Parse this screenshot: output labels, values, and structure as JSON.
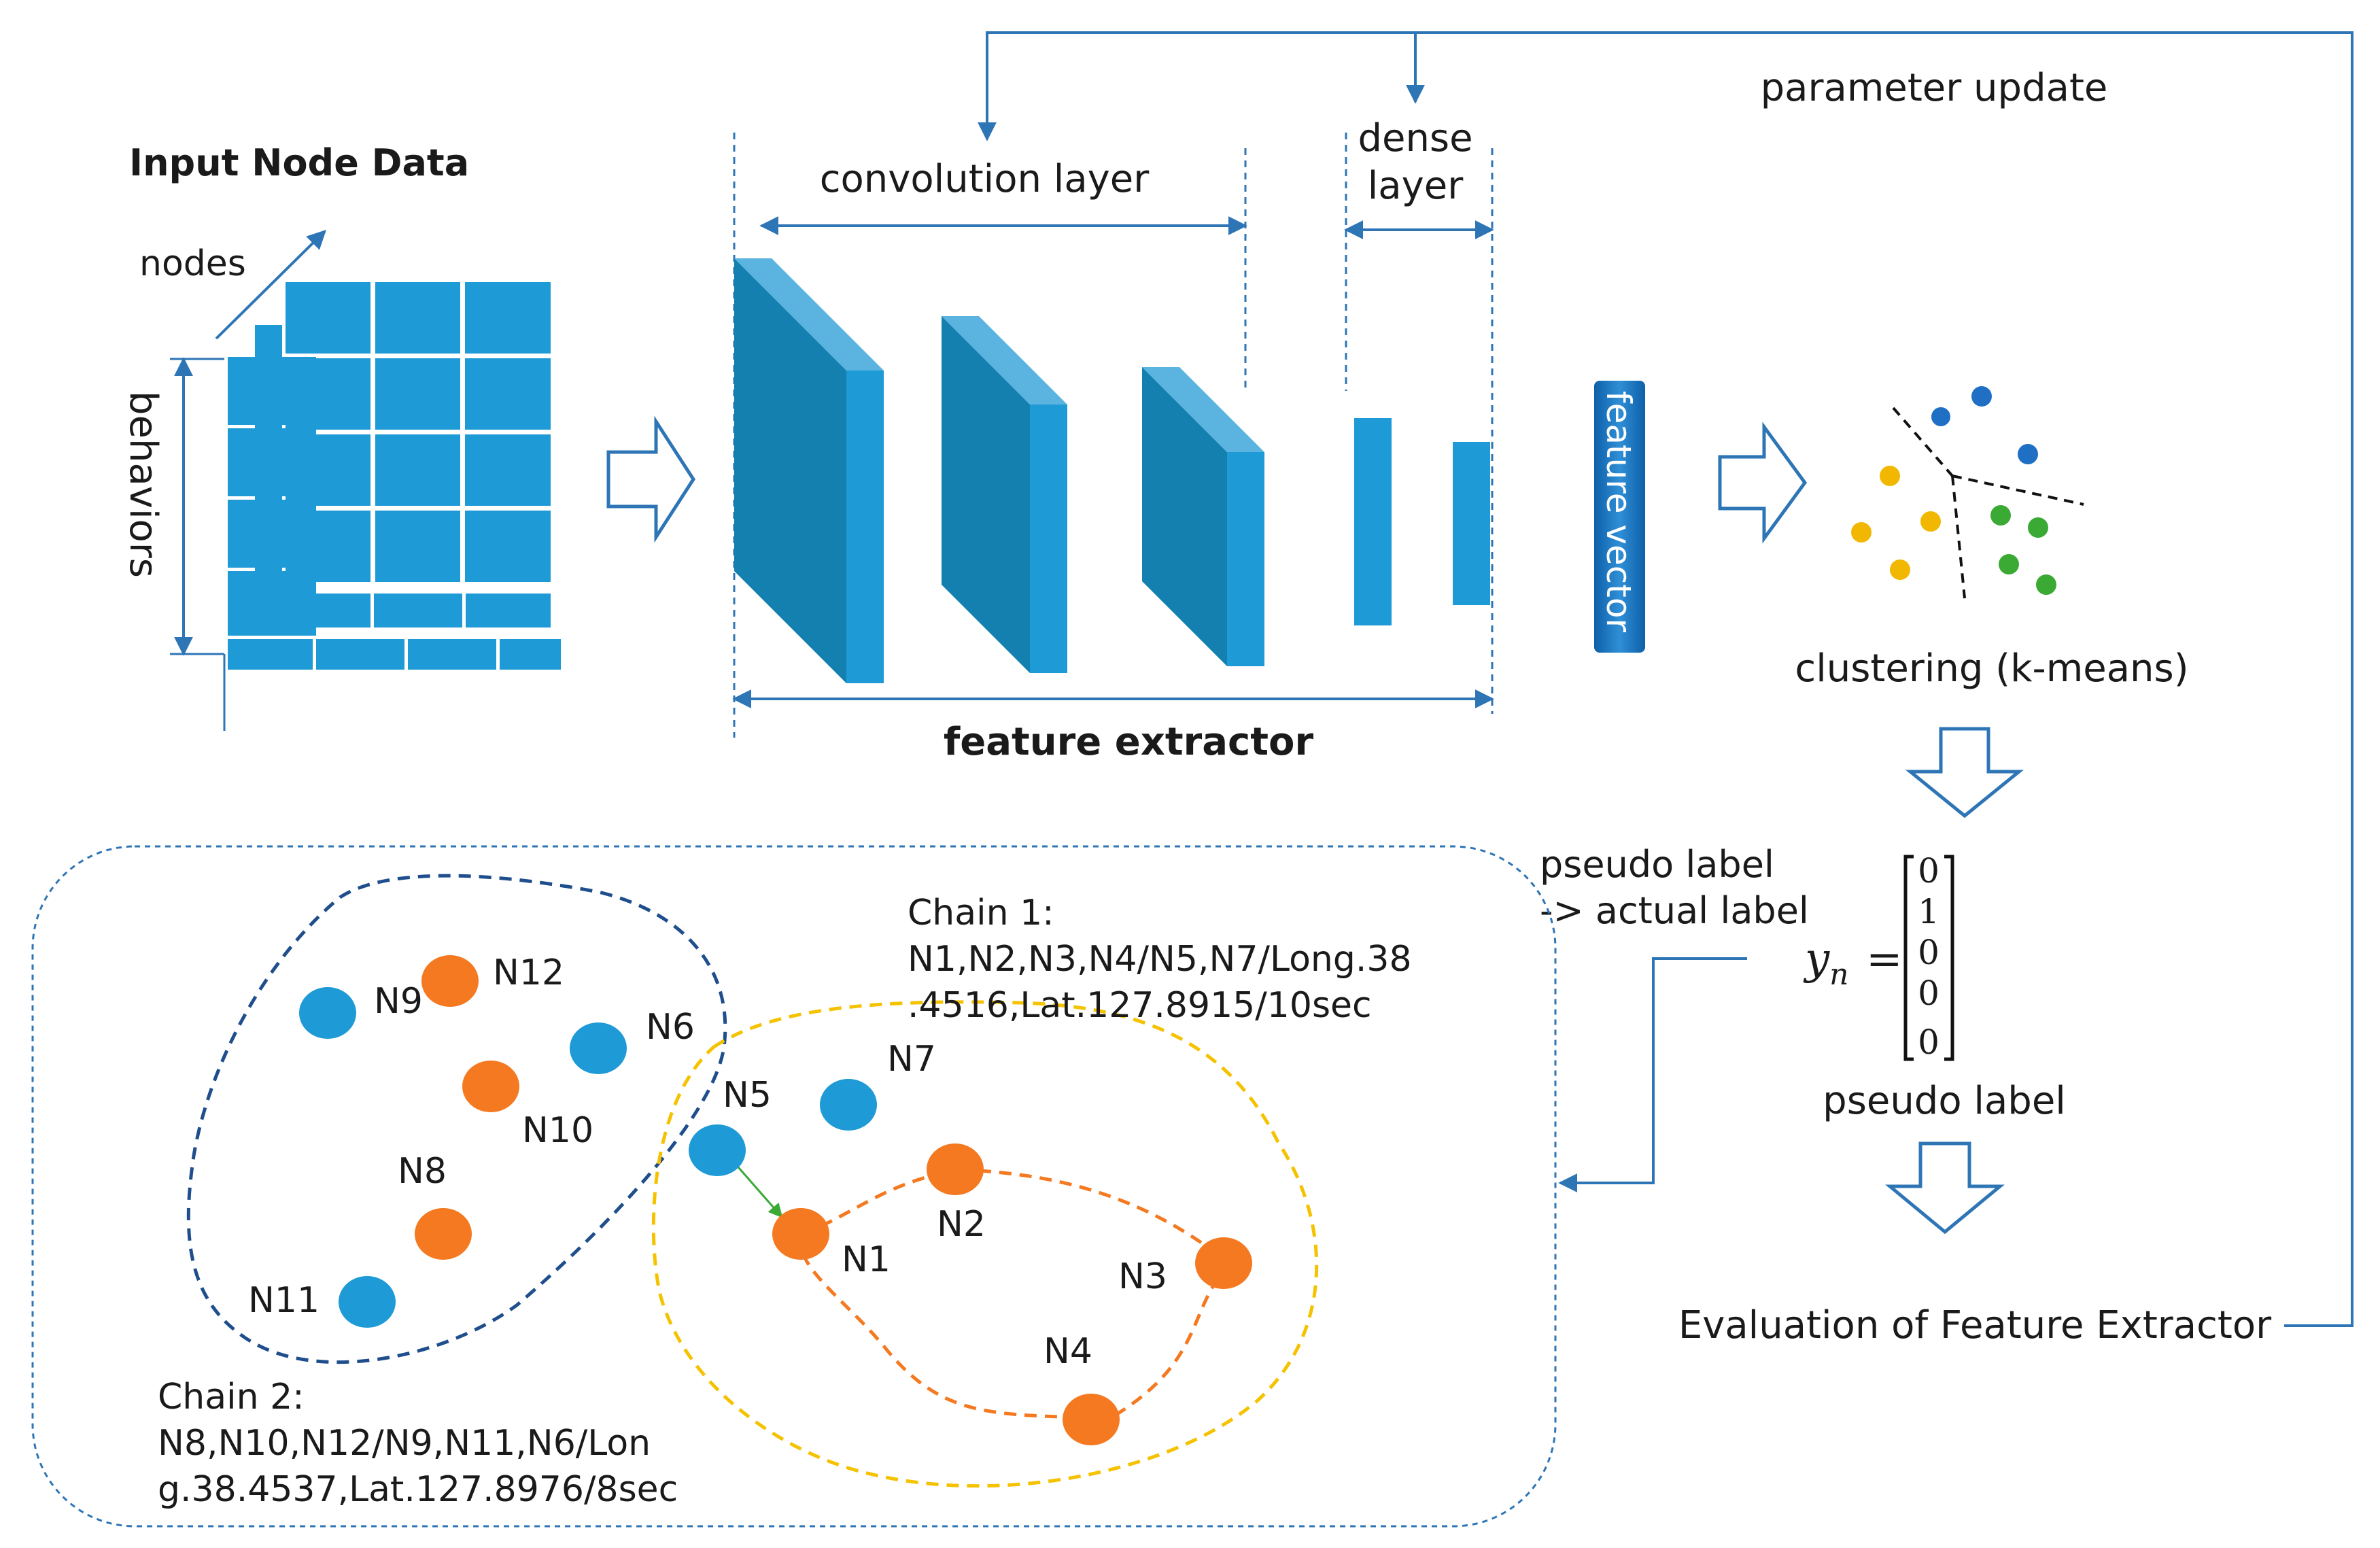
{
  "input": {
    "title": "Input Node Data",
    "nodes_label": "nodes",
    "behaviors_label": "behaviors"
  },
  "cnn": {
    "conv_label": "convolution layer",
    "dense_label_line1": "dense",
    "dense_label_line2": "layer",
    "extractor_label": "feature extractor",
    "feature_vector_label": "feature vector"
  },
  "feedback": {
    "parameter_update": "parameter update",
    "clustering": "clustering (k-means)",
    "pseudo_label": "pseudo label",
    "evaluation": "Evaluation of Feature Extractor",
    "pseudo_to_actual_line1": "pseudo label",
    "pseudo_to_actual_line2": "-> actual label"
  },
  "equation": {
    "lhs": "y",
    "subscript": "n",
    "equals": "=",
    "vector": [
      "0",
      "1",
      "0",
      "0",
      "0"
    ]
  },
  "graph": {
    "nodes": [
      "N1",
      "N2",
      "N3",
      "N4",
      "N5",
      "N6",
      "N7",
      "N8",
      "N9",
      "N10",
      "N11",
      "N12"
    ],
    "chain1": {
      "line1": "Chain 1:",
      "line2": "N1,N2,N3,N4/N5,N7/Long.38",
      "line3": ".4516,Lat.127.8915/10sec"
    },
    "chain2": {
      "line1": "Chain 2:",
      "line2": "N8,N10,N12/N9,N11,N6/Lon",
      "line3": "g.38.4537,Lat.127.8976/8sec"
    }
  },
  "colors": {
    "blue": "#1E9AD6",
    "dark_blue": "#1380B0",
    "light_blue": "#5BB4E0",
    "orange": "#F47920",
    "chain_yellow": "#F5C200",
    "chain_navy": "#1F4E8C",
    "arrow_blue": "#2E75B6",
    "green": "#3AAA35",
    "gold": "#F2B701"
  }
}
